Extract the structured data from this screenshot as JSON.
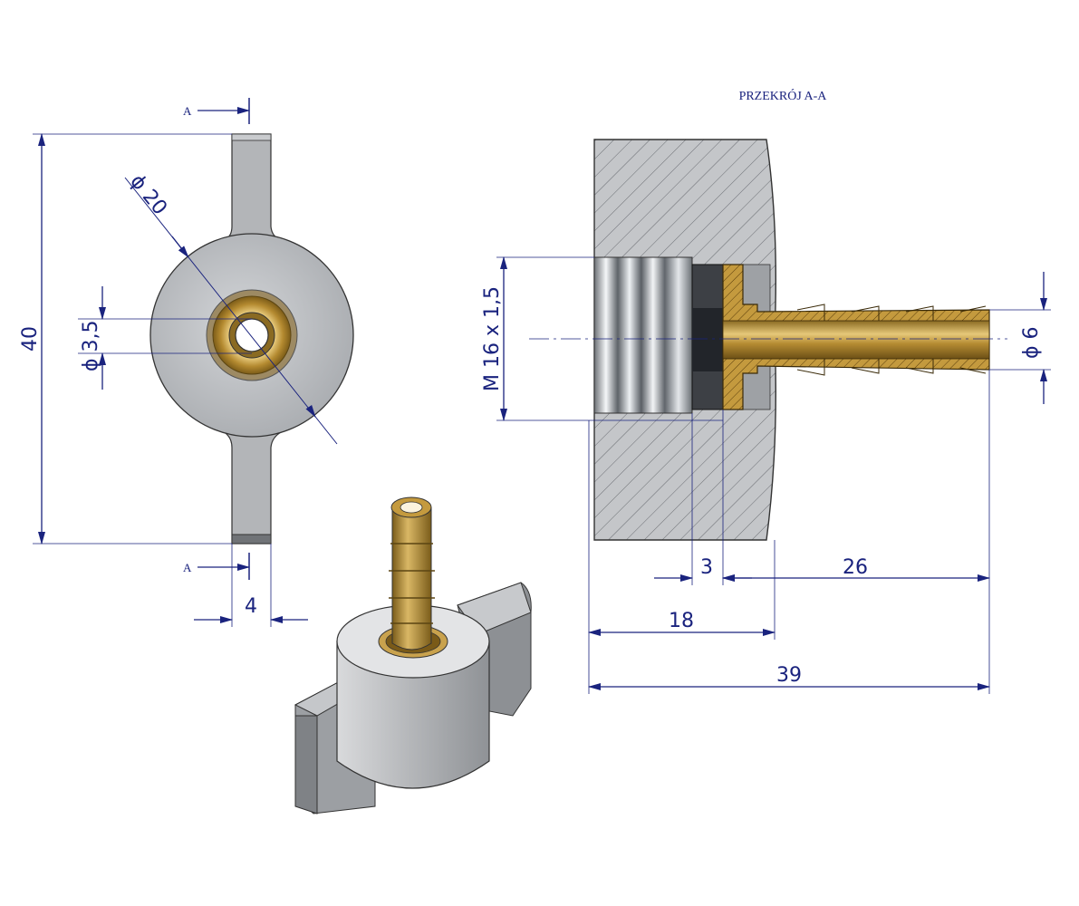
{
  "section_title": "PRZEKRÓJ A-A",
  "section_marker_top": "A",
  "section_marker_bottom": "A",
  "front_view": {
    "height_dim": "40",
    "outer_diameter_dim": "ϕ 20",
    "bore_diameter_dim": "ϕ 3,5",
    "wing_width_dim": "4"
  },
  "section_view": {
    "thread_dim": "M 16 x 1,5",
    "barb_diameter_dim": "ϕ 6",
    "insert_depth_dim": "3",
    "barb_length_dim": "26",
    "body_length_dim": "18",
    "total_length_dim": "39"
  },
  "colors": {
    "dimension_blue": "#1a237e",
    "body_grey": "#b4b6b9",
    "brass": "#b8913a"
  }
}
